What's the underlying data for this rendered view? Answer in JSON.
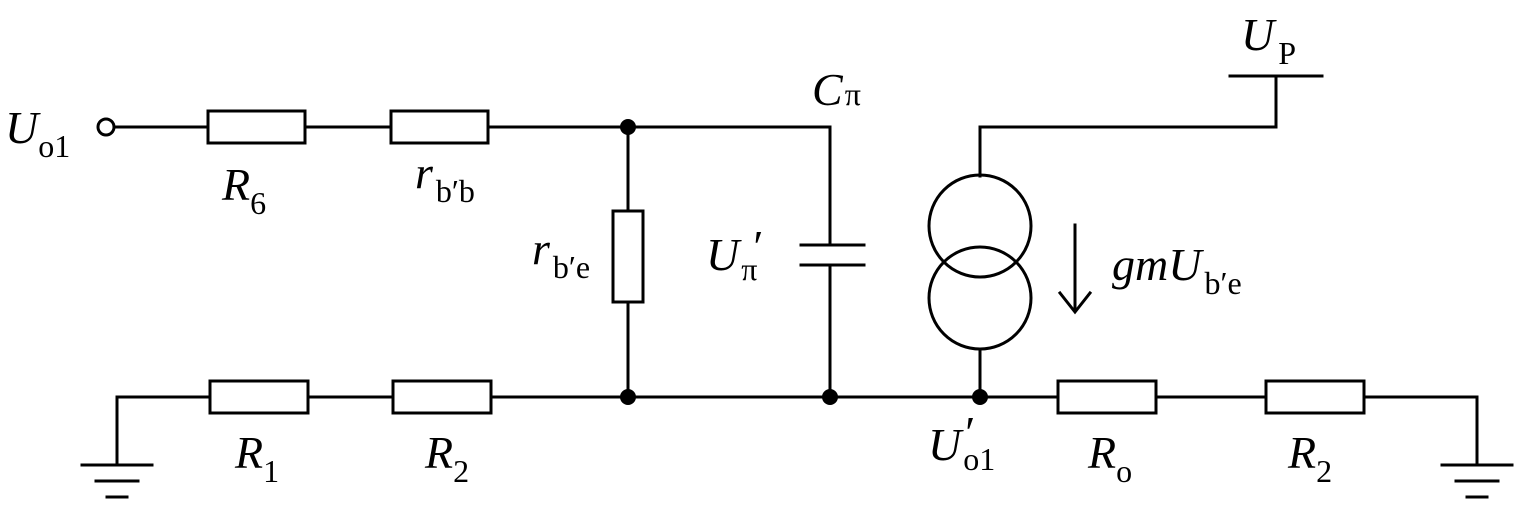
{
  "labels": {
    "u_o1": {
      "main": "U",
      "sub": "o1"
    },
    "r6": {
      "main": "R",
      "sub": "6"
    },
    "rbb": {
      "main": "r",
      "sub": "b′b"
    },
    "rbe": {
      "main": "r",
      "sub": "b′e"
    },
    "c_pi": {
      "main": "C",
      "sub": "π"
    },
    "u_pi": {
      "main": "U",
      "sub": "π",
      "prime": "′"
    },
    "u_p": {
      "main": "U",
      "sub": "P"
    },
    "gm": {
      "main": "gmU",
      "sub": "b′e"
    },
    "r1": {
      "main": "R",
      "sub": "1"
    },
    "r2_left": {
      "main": "R",
      "sub": "2"
    },
    "u_o1_prime": {
      "main": "U",
      "sub": "o1",
      "prime": "′"
    },
    "ro": {
      "main": "R",
      "sub": "o"
    },
    "r2_right": {
      "main": "R",
      "sub": "2"
    }
  }
}
